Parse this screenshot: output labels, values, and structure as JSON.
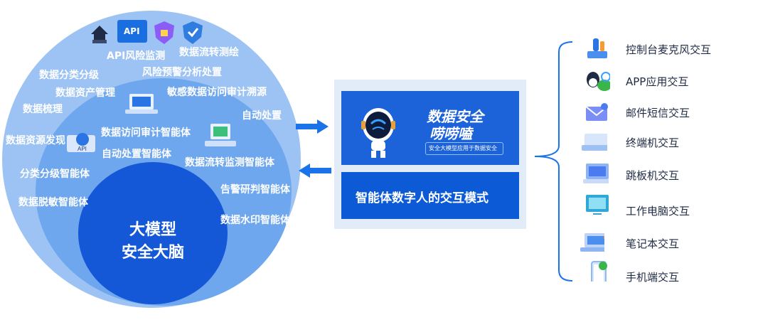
{
  "circle": {
    "core_line1": "大模型",
    "core_line2": "安全大脑",
    "outer_labels": {
      "api_risk": "API风险监测",
      "data_flow_map": "数据流转测绘",
      "data_classify": "数据分类分级",
      "risk_warning": "风险预警分析处置",
      "data_asset": "数据资产管理",
      "sensitive_audit": "敏感数据访问审计溯源",
      "data_sort": "数据梳理",
      "auto_handle": "自动处置",
      "data_discovery": "数据资源发现"
    },
    "mid_labels": {
      "access_audit_agent": "数据访问审计智能体",
      "auto_handle_agent": "自动处置智能体",
      "flow_monitor_agent": "数据流转监测智能体",
      "classify_agent": "分类分级智能体",
      "alert_agent": "告警研判智能体",
      "desensitize_agent": "数据脱敏智能体",
      "watermark_agent": "数据水印智能体"
    },
    "icon_api": "API"
  },
  "center": {
    "banner_title_line1": "数据安全",
    "banner_title_line2": "唠唠嗑",
    "banner_subtitle": "安全大模型应用于数据安全",
    "mode_title": "智能体数字人的交互模式"
  },
  "interactions": [
    {
      "label": "控制台麦克风交互",
      "icon": "microphone-icon"
    },
    {
      "label": "APP应用交互",
      "icon": "app-chat-icon"
    },
    {
      "label": "邮件短信交互",
      "icon": "mail-icon"
    },
    {
      "label": "终端机交互",
      "icon": "terminal-icon"
    },
    {
      "label": "跳板机交互",
      "icon": "jump-server-icon"
    },
    {
      "label": "工作电脑交互",
      "icon": "work-pc-icon"
    },
    {
      "label": "笔记本交互",
      "icon": "laptop-icon"
    },
    {
      "label": "手机端交互",
      "icon": "phone-icon"
    }
  ],
  "colors": {
    "outer_circle": "#9cc3f3",
    "mid_circle": "#6ea7ee",
    "inner_circle": "#1458d8",
    "arrow": "#1a73e8",
    "banner": "#1c63d9"
  }
}
